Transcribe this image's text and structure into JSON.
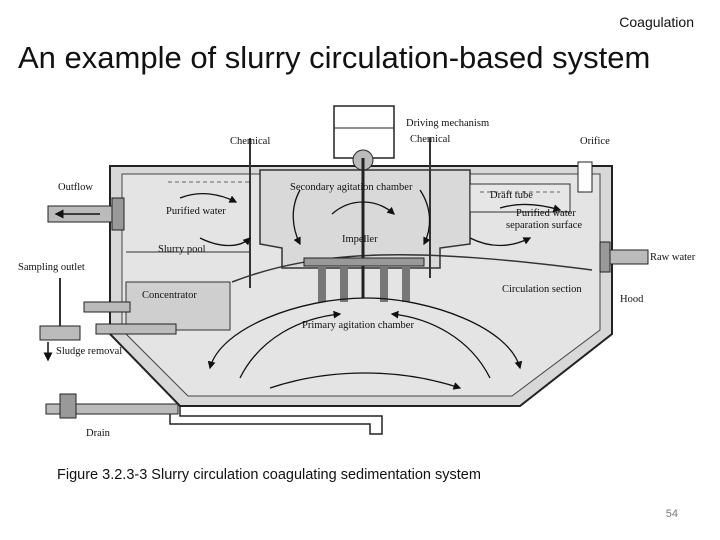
{
  "header": {
    "tag": "Coagulation"
  },
  "slide": {
    "title": "An example of slurry circulation-based system"
  },
  "diagram": {
    "labels": {
      "driving_mechanism": "Driving mechanism",
      "chemical_top": "Chemical",
      "chemical_left": "Chemical",
      "orifice": "Orifice",
      "outflow": "Outflow",
      "secondary_chamber": "Secondary agitation chamber",
      "draft_tube": "Draft tube",
      "purified_water": "Purified water",
      "purified_separation_1": "Purified water",
      "purified_separation_2": "separation surface",
      "impeller": "Impeller",
      "slurry_pool": "Slurry pool",
      "raw_water": "Raw water",
      "sampling_outlet": "Sampling outlet",
      "circulation_section": "Circulation section",
      "concentrator": "Concentrator",
      "hood": "Hood",
      "primary_chamber": "Primary agitation chamber",
      "sludge_removal": "Sludge removal",
      "drain": "Drain"
    }
  },
  "caption": {
    "text": "Figure 3.2.3-3  Slurry circulation coagulating sedimentation system"
  },
  "page": {
    "number": "54"
  }
}
